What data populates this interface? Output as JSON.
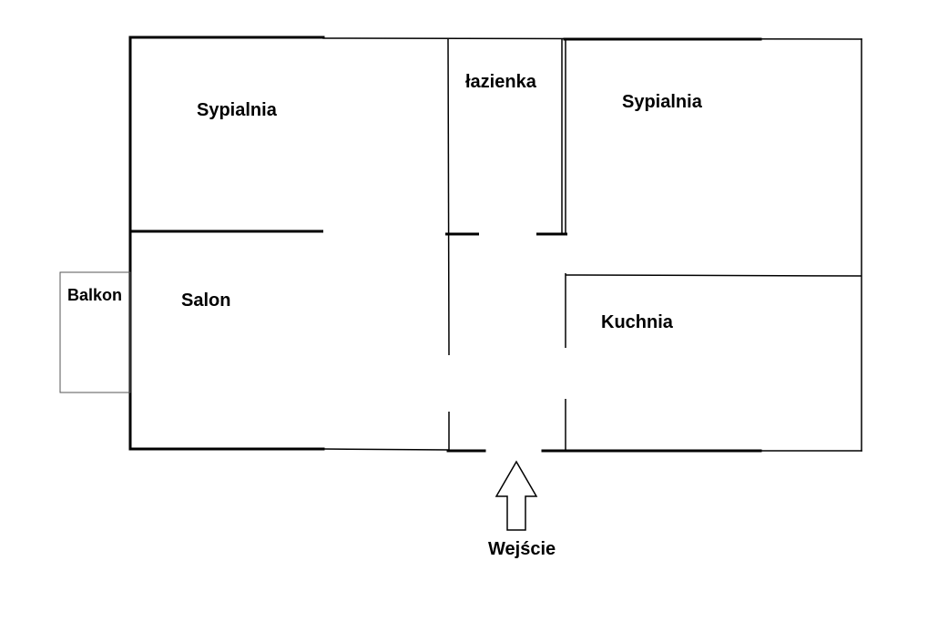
{
  "rooms": {
    "bedroom_left": "Sypialnia",
    "bathroom": "łazienka",
    "bedroom_right": "Sypialnia",
    "living_room": "Salon",
    "balcony": "Balkon",
    "kitchen": "Kuchnia"
  },
  "entrance": {
    "label": "Wejście",
    "icon": "up-arrow-icon"
  },
  "colors": {
    "wall": "#000000",
    "thin_line": "#555555",
    "background": "#ffffff"
  }
}
